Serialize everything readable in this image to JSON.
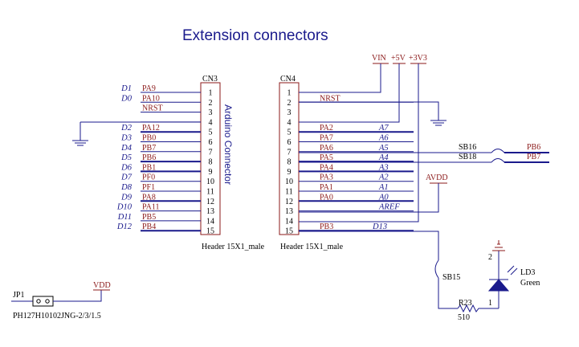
{
  "title": "Extension connectors",
  "cn3": {
    "ref": "CN3",
    "footprint": "Header 15X1_male",
    "label": "Arduino Connector",
    "pins": [
      {
        "num": "1",
        "net": "PA9",
        "ard": "D1"
      },
      {
        "num": "2",
        "net": "PA10",
        "ard": "D0"
      },
      {
        "num": "3",
        "net": "NRST",
        "ard": ""
      },
      {
        "num": "4",
        "net": "",
        "ard": ""
      },
      {
        "num": "5",
        "net": "PA12",
        "ard": "D2"
      },
      {
        "num": "6",
        "net": "PB0",
        "ard": "D3"
      },
      {
        "num": "7",
        "net": "PB7",
        "ard": "D4"
      },
      {
        "num": "8",
        "net": "PB6",
        "ard": "D5"
      },
      {
        "num": "9",
        "net": "PB1",
        "ard": "D6"
      },
      {
        "num": "10",
        "net": "PF0",
        "ard": "D7"
      },
      {
        "num": "11",
        "net": "PF1",
        "ard": "D8"
      },
      {
        "num": "12",
        "net": "PA8",
        "ard": "D9"
      },
      {
        "num": "13",
        "net": "PA11",
        "ard": "D10"
      },
      {
        "num": "14",
        "net": "PB5",
        "ard": "D11"
      },
      {
        "num": "15",
        "net": "PB4",
        "ard": "D12"
      }
    ]
  },
  "cn4": {
    "ref": "CN4",
    "footprint": "Header 15X1_male",
    "pins": [
      {
        "num": "1",
        "net": "",
        "ard": ""
      },
      {
        "num": "2",
        "net": "NRST",
        "ard": ""
      },
      {
        "num": "3",
        "net": "",
        "ard": ""
      },
      {
        "num": "4",
        "net": "",
        "ard": ""
      },
      {
        "num": "5",
        "net": "PA2",
        "ard": "A7"
      },
      {
        "num": "6",
        "net": "PA7",
        "ard": "A6"
      },
      {
        "num": "7",
        "net": "PA6",
        "ard": "A5"
      },
      {
        "num": "8",
        "net": "PA5",
        "ard": "A4"
      },
      {
        "num": "9",
        "net": "PA4",
        "ard": "A3"
      },
      {
        "num": "10",
        "net": "PA3",
        "ard": "A2"
      },
      {
        "num": "11",
        "net": "PA1",
        "ard": "A1"
      },
      {
        "num": "12",
        "net": "PA0",
        "ard": "A0"
      },
      {
        "num": "13",
        "net": "",
        "ard": "AREF"
      },
      {
        "num": "14",
        "net": "",
        "ard": ""
      },
      {
        "num": "15",
        "net": "PB3",
        "ard": "D13"
      }
    ]
  },
  "power": {
    "vin": "VIN",
    "v5": "+5V",
    "v3": "+3V3",
    "avdd": "AVDD",
    "vdd": "VDD"
  },
  "bridges": {
    "sb16": "SB16",
    "sb18": "SB18",
    "sb15": "SB15",
    "pb6": "PB6",
    "pb7": "PB7"
  },
  "led": {
    "ref": "LD3",
    "color": "Green",
    "pin1": "1",
    "pin2": "2"
  },
  "resistor": {
    "ref": "R23",
    "value": "510"
  },
  "jumper": {
    "ref": "JP1",
    "part": "PH127H10102JNG-2/3/1.5"
  }
}
